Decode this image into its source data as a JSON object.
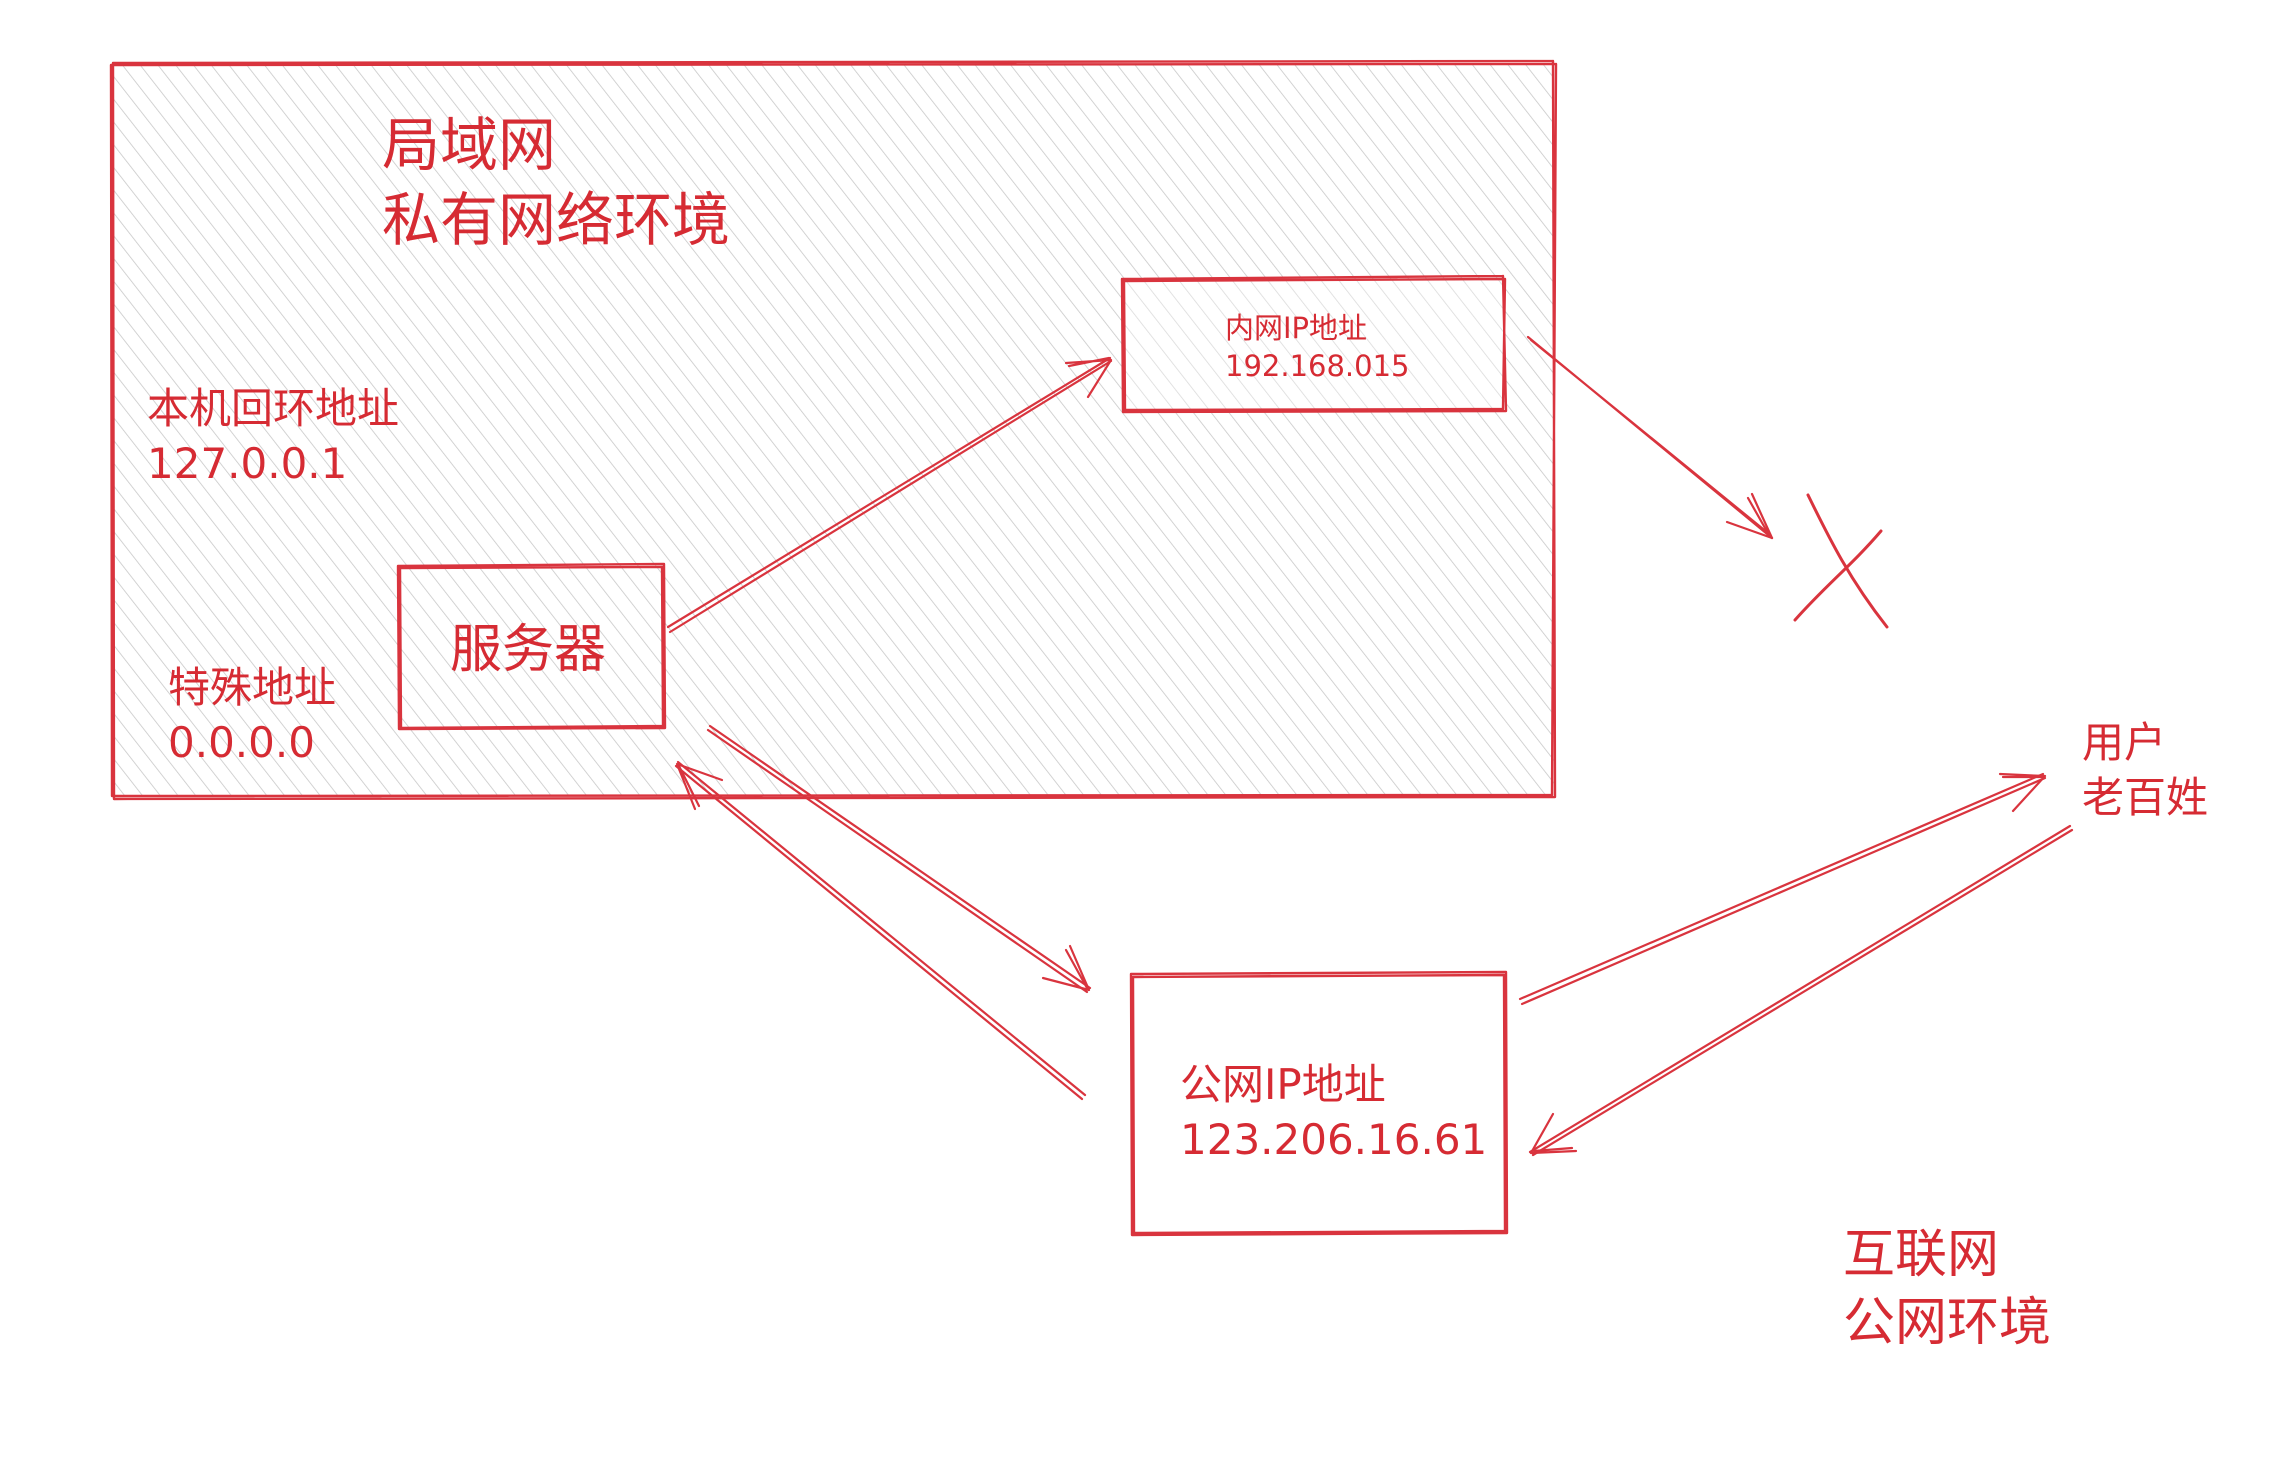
{
  "colors": {
    "stroke": "#d9343e",
    "text": "#d62b33",
    "hatch": "#c8c8c8",
    "background": "#ffffff"
  },
  "lan": {
    "title_line1": "局域网",
    "title_line2": "私有网络环境",
    "loopback_label": "本机回环地址",
    "loopback_ip": "127.0.0.1",
    "special_label": "特殊地址",
    "special_ip": "0.0.0.0"
  },
  "server": {
    "label": "服务器"
  },
  "intranet": {
    "label": "内网IP地址",
    "ip": "192.168.015"
  },
  "public_ip": {
    "label": "公网IP地址",
    "ip": "123.206.16.61"
  },
  "user": {
    "line1": "用户",
    "line2": "老百姓"
  },
  "internet": {
    "line1": "互联网",
    "line2": "公网环境"
  }
}
